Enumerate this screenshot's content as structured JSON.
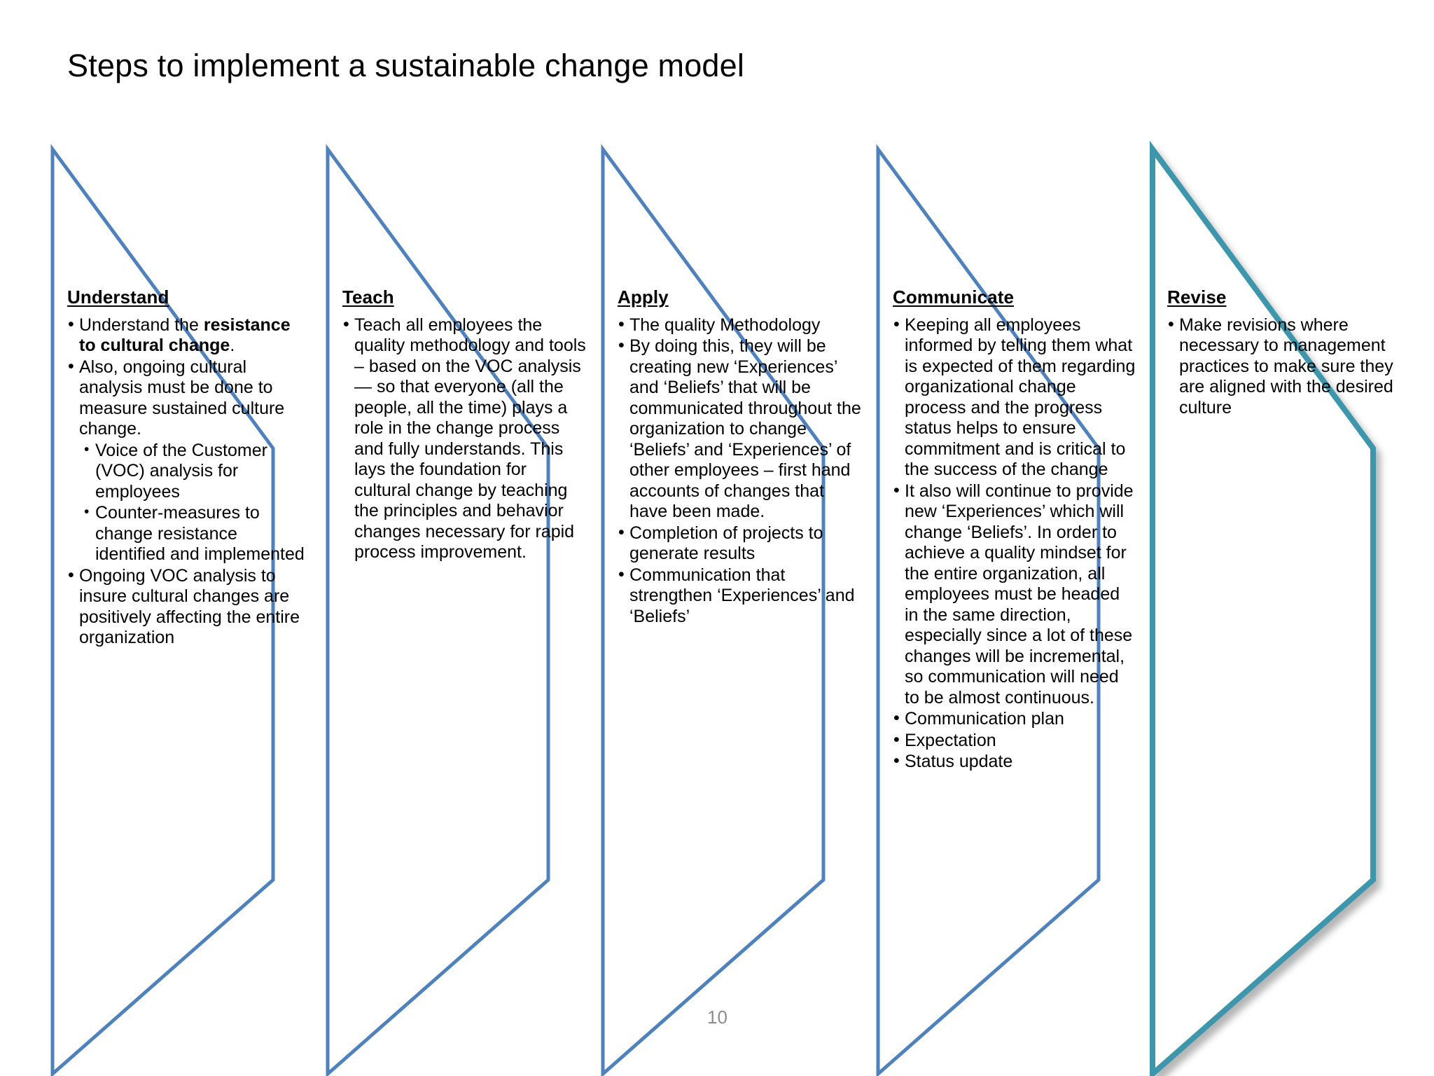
{
  "slide": {
    "title": "Steps to implement a sustainable change model",
    "page_number": "10",
    "colors": {
      "chevron_outline": "#4F81BD",
      "chevron_outline_accent": "#3D96AC",
      "background": "#FFFFFF",
      "text": "#000000",
      "page_number": "#8D8D8D"
    }
  },
  "steps": [
    {
      "heading": "Understand",
      "bullets": [
        {
          "level": 1,
          "text": "Understand the resistance to cultural change.",
          "rich": [
            {
              "text": "Understand the ",
              "bold": false
            },
            {
              "text": "resistance to cultural change",
              "bold": true
            },
            {
              "text": ".",
              "bold": false
            }
          ]
        },
        {
          "level": 1,
          "text": "Also, ongoing cultural analysis must be done to measure sustained culture change."
        },
        {
          "level": 2,
          "text": "Voice of the Customer (VOC) analysis for employees"
        },
        {
          "level": 2,
          "text": "Counter-measures to change resistance identified and implemented"
        },
        {
          "level": 1,
          "text": "Ongoing VOC analysis to insure cultural changes are positively affecting the entire organization"
        }
      ]
    },
    {
      "heading": "Teach",
      "bullets": [
        {
          "level": 1,
          "text": "Teach all employees the quality methodology and tools – based on the VOC analysis — so that everyone (all the people, all the time) plays a role in the change process and fully understands. This lays the foundation for cultural change by teaching the principles and behavior changes necessary for rapid process improvement."
        }
      ]
    },
    {
      "heading": "Apply",
      "bullets": [
        {
          "level": 1,
          "text": "The quality Methodology"
        },
        {
          "level": 1,
          "text": "By doing this, they will be creating new ‘Experiences’ and ‘Beliefs’ that will be communicated throughout the organization to change ‘Beliefs’ and ‘Experiences’ of other employees – first hand accounts of changes that have been made."
        },
        {
          "level": 1,
          "text": "Completion of projects to generate results"
        },
        {
          "level": 1,
          "text": "Communication that strengthen ‘Experiences’ and ‘Beliefs’"
        }
      ]
    },
    {
      "heading": "Communicate",
      "bullets": [
        {
          "level": 1,
          "text": "Keeping all employees informed by telling them what is expected of them regarding organizational change process and the progress status helps to ensure commitment and is critical to the success of the change"
        },
        {
          "level": 1,
          "text": "It also will continue to provide new ‘Experiences’ which will change ‘Beliefs’. In order to achieve a quality mindset for the entire organization, all employees must be headed in the same direction, especially since a lot of these changes will be incremental, so communication will need to be almost continuous."
        },
        {
          "level": 1,
          "text": "Communication plan"
        },
        {
          "level": 1,
          "text": "Expectation"
        },
        {
          "level": 1,
          "text": "Status update"
        }
      ]
    },
    {
      "heading": "Revise",
      "accent": true,
      "bullets": [
        {
          "level": 1,
          "text": "Make revisions where necessary to management practices to make sure they are aligned with the desired culture"
        }
      ]
    }
  ]
}
